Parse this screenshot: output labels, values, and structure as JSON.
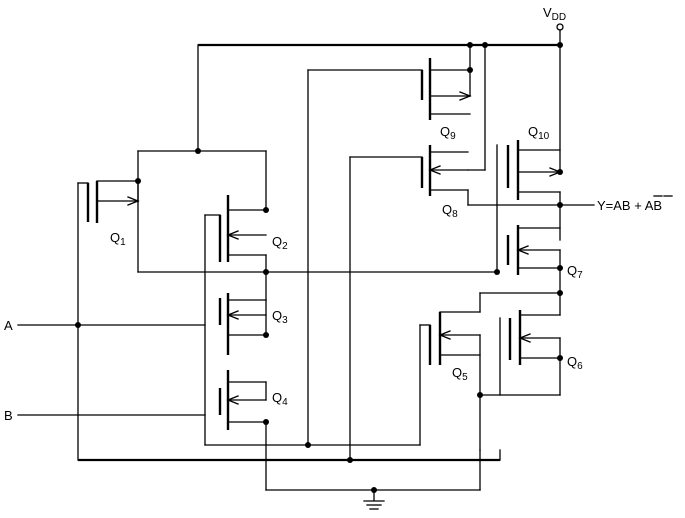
{
  "supply": {
    "label": "V",
    "sub": "DD"
  },
  "inputs": {
    "a": "A",
    "b": "B"
  },
  "output": {
    "prefix": "Y=AB + ",
    "bar1": "A",
    "bar2": "B"
  },
  "transistors": [
    {
      "letter": "Q",
      "num": "1"
    },
    {
      "letter": "Q",
      "num": "2"
    },
    {
      "letter": "Q",
      "num": "3"
    },
    {
      "letter": "Q",
      "num": "4"
    },
    {
      "letter": "Q",
      "num": "5"
    },
    {
      "letter": "Q",
      "num": "6"
    },
    {
      "letter": "Q",
      "num": "7"
    },
    {
      "letter": "Q",
      "num": "8"
    },
    {
      "letter": "Q",
      "num": "9"
    },
    {
      "letter": "Q",
      "num": "10"
    }
  ]
}
